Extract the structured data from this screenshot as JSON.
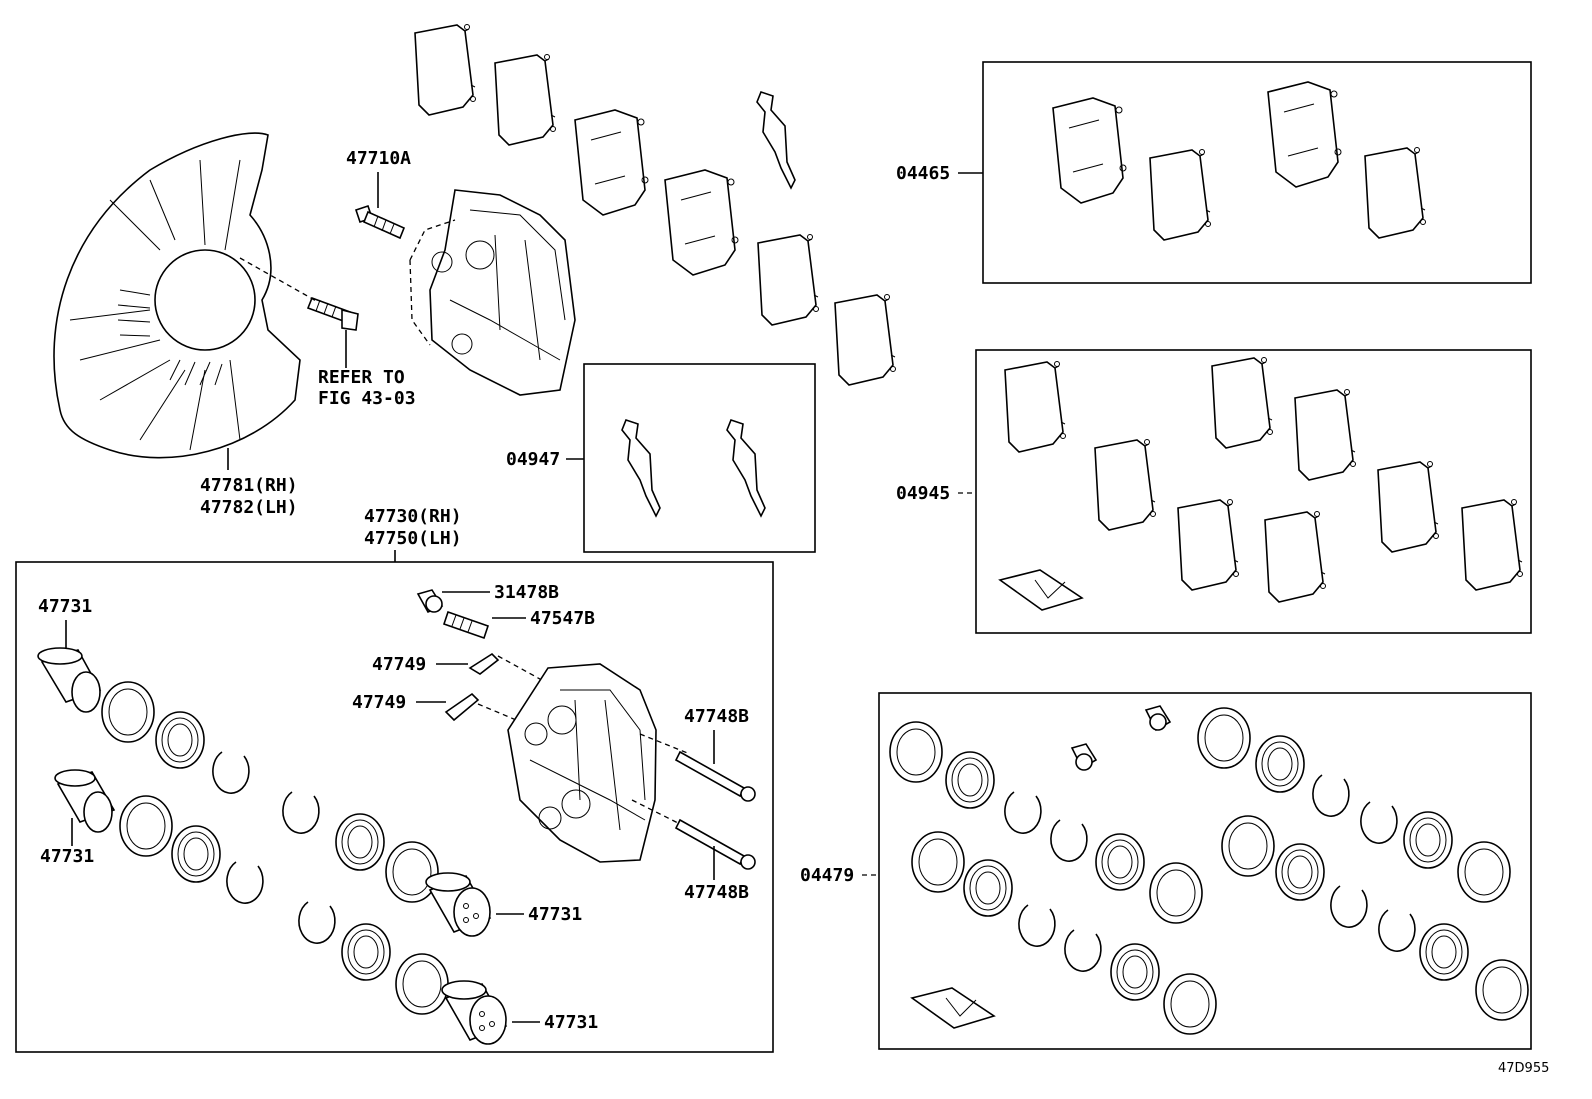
{
  "labels": {
    "p47710A": "47710A",
    "refer1": "REFER TO",
    "refer2": "FIG 43-03",
    "p47781": "47781(RH)",
    "p47782": "47782(LH)",
    "p47730": "47730(RH)",
    "p47750": "47750(LH)",
    "p04947": "04947",
    "p04465": "04465",
    "p04945": "04945",
    "p04479": "04479",
    "p47731a": "47731",
    "p47731b": "47731",
    "p47731c": "47731",
    "p47731d": "47731",
    "p31478B": "31478B",
    "p47547B": "47547B",
    "p47749a": "47749",
    "p47749b": "47749",
    "p47748Ba": "47748B",
    "p47748Bb": "47748B",
    "figcode": "47D955"
  }
}
